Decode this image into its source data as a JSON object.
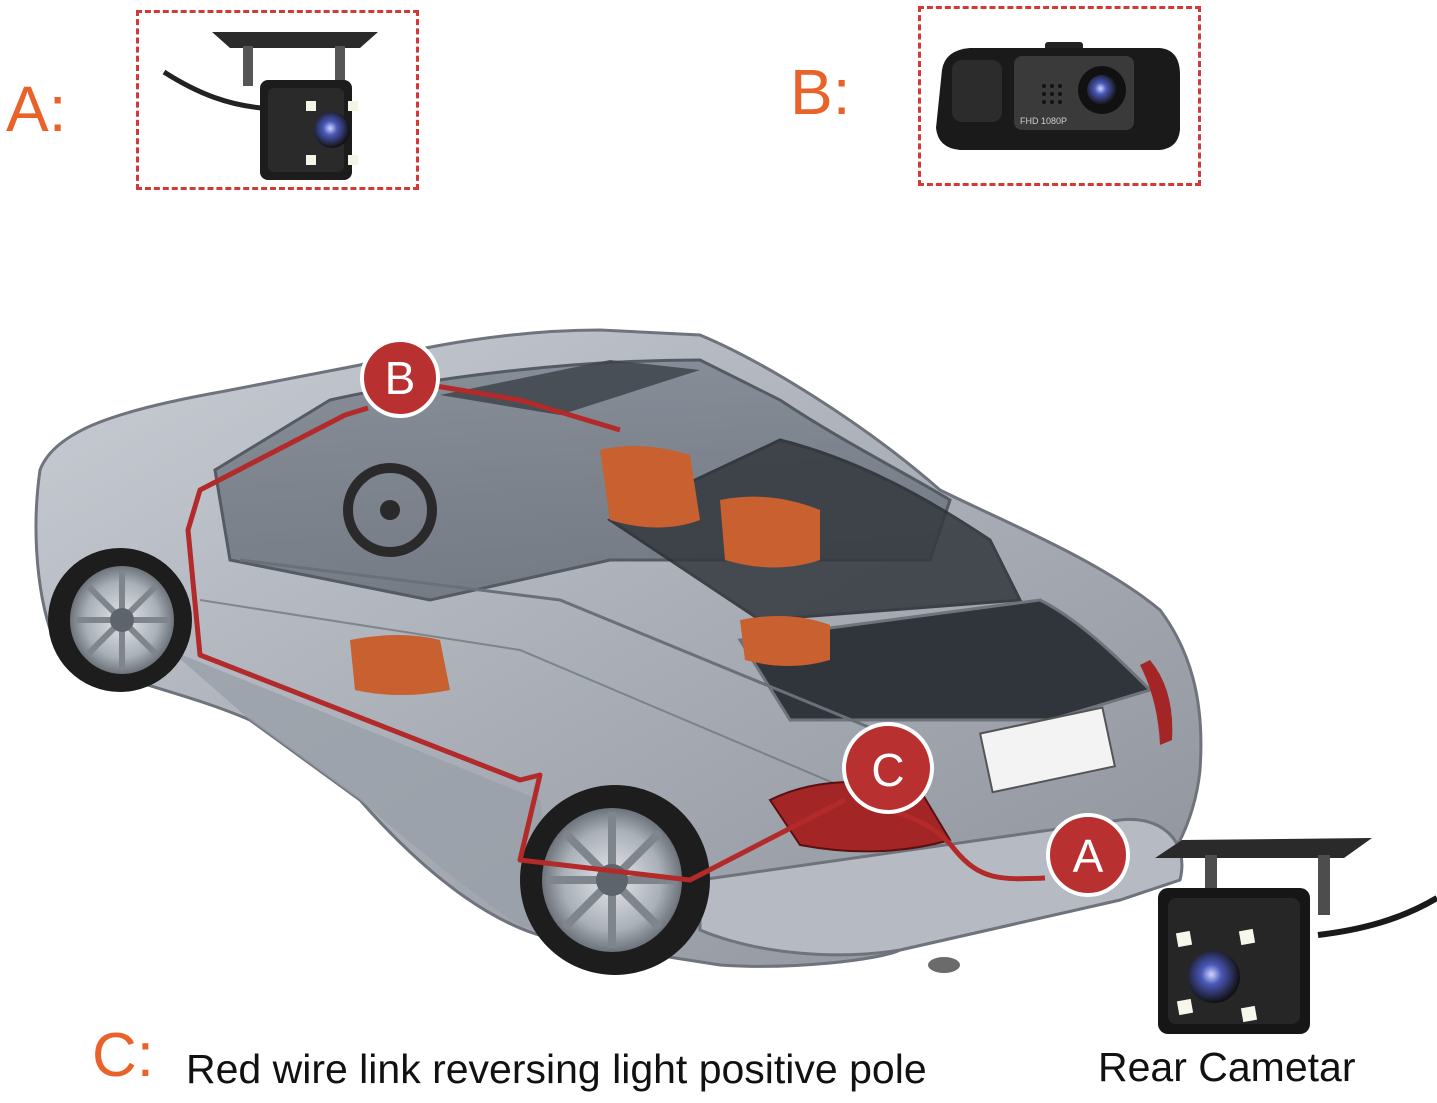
{
  "top": {
    "label_a": "A:",
    "label_b": "B:"
  },
  "diagram": {
    "badges": [
      "B",
      "C",
      "A"
    ],
    "wire_color": "#b32a2a",
    "badge_color": "#b93030",
    "accent_color": "#e8622a"
  },
  "dashcam": {
    "printed_text": "FHD 1080P"
  },
  "bottom": {
    "label_c": "C:",
    "caption_c": "Red wire link reversing light positive pole",
    "caption_rear": "Rear Cametar"
  }
}
